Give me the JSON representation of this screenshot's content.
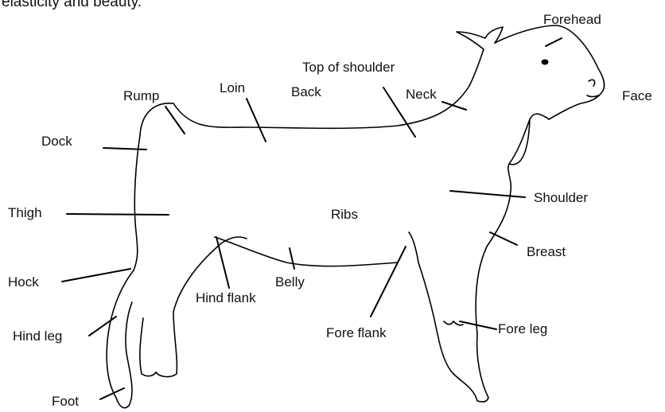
{
  "intro_fragment": "elasticity and beauty.",
  "labels": {
    "forehead": "Forehead",
    "face": "Face",
    "top_of_shoulder": "Top of shoulder",
    "neck": "Neck",
    "rump": "Rump",
    "loin": "Loin",
    "back": "Back",
    "dock": "Dock",
    "thigh": "Thigh",
    "ribs": "Ribs",
    "shoulder": "Shoulder",
    "breast": "Breast",
    "hock": "Hock",
    "belly": "Belly",
    "hind_flank": "Hind flank",
    "hind_leg": "Hind leg",
    "fore_flank": "Fore flank",
    "fore_leg": "Fore leg",
    "foot": "Foot"
  }
}
